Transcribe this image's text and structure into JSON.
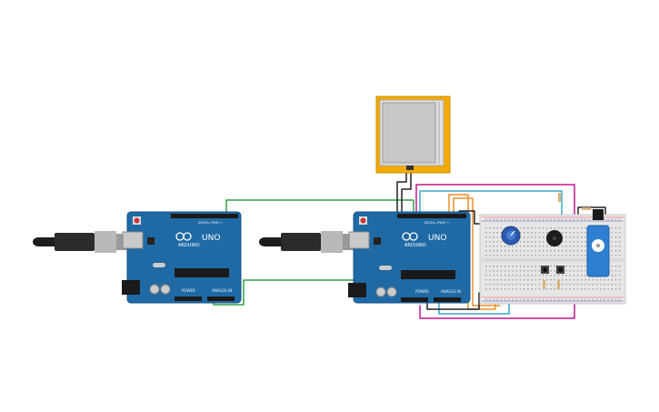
{
  "boards": [
    {
      "name": "UNO",
      "brand": "ARDUINO",
      "digital_label": "DIGITAL (PWM~)",
      "power_label": "POWER",
      "analog_label": "ANALOG IN"
    },
    {
      "name": "UNO",
      "brand": "ARDUINO",
      "digital_label": "DIGITAL (PWM~)",
      "power_label": "POWER",
      "analog_label": "ANALOG IN"
    }
  ],
  "colors": {
    "board": "#1f6aa5",
    "board_dark": "#18507e",
    "wire_green": "#2ea043",
    "wire_black": "#222222",
    "wire_magenta": "#c2178c",
    "wire_cyan": "#3aa6c8",
    "wire_orange": "#e8902a",
    "wire_red": "#d62a2a",
    "lcd_frame": "#f2a900"
  }
}
